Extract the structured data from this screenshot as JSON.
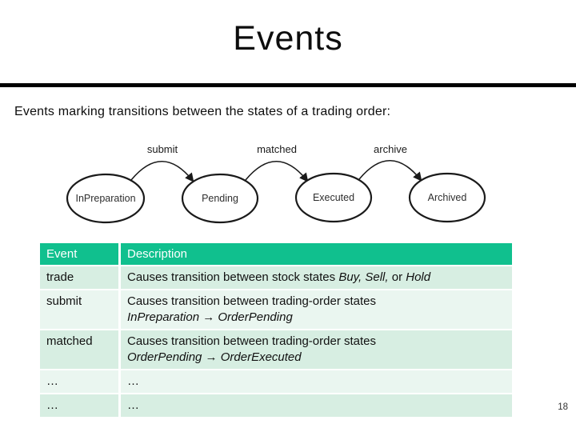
{
  "slide": {
    "title": "Events",
    "subtitle": "Events marking transitions between the states of a trading order:",
    "page_number": "18"
  },
  "diagram": {
    "states": [
      {
        "label": "InPreparation"
      },
      {
        "label": "Pending"
      },
      {
        "label": "Executed"
      },
      {
        "label": "Archived"
      }
    ],
    "transitions": [
      {
        "label": "submit"
      },
      {
        "label": "matched"
      },
      {
        "label": "archive"
      }
    ]
  },
  "table": {
    "headers": [
      "Event",
      "Description"
    ],
    "rows": [
      {
        "event": "trade",
        "description_parts": [
          {
            "text": "Causes transition between stock states ",
            "italic": false
          },
          {
            "text": "Buy, Sell,",
            "italic": true
          },
          {
            "text": " or ",
            "italic": false
          },
          {
            "text": "Hold",
            "italic": true
          }
        ]
      },
      {
        "event": "submit",
        "description_parts": [
          {
            "text": "Causes transition between trading-order states\n",
            "italic": false
          },
          {
            "text": "InPreparation → OrderPending",
            "italic": true
          }
        ]
      },
      {
        "event": "matched",
        "description_parts": [
          {
            "text": "Causes transition between trading-order states\n",
            "italic": false
          },
          {
            "text": "OrderPending → OrderExecuted",
            "italic": true
          }
        ]
      },
      {
        "event": "…",
        "description_parts": [
          {
            "text": "…",
            "italic": false
          }
        ]
      },
      {
        "event": "…",
        "description_parts": [
          {
            "text": "…",
            "italic": false
          }
        ]
      }
    ]
  },
  "colors": {
    "header_bg": "#10c08e",
    "row_dark": "#d7eee2",
    "row_light": "#eaf6f0",
    "divider": "#000000"
  }
}
